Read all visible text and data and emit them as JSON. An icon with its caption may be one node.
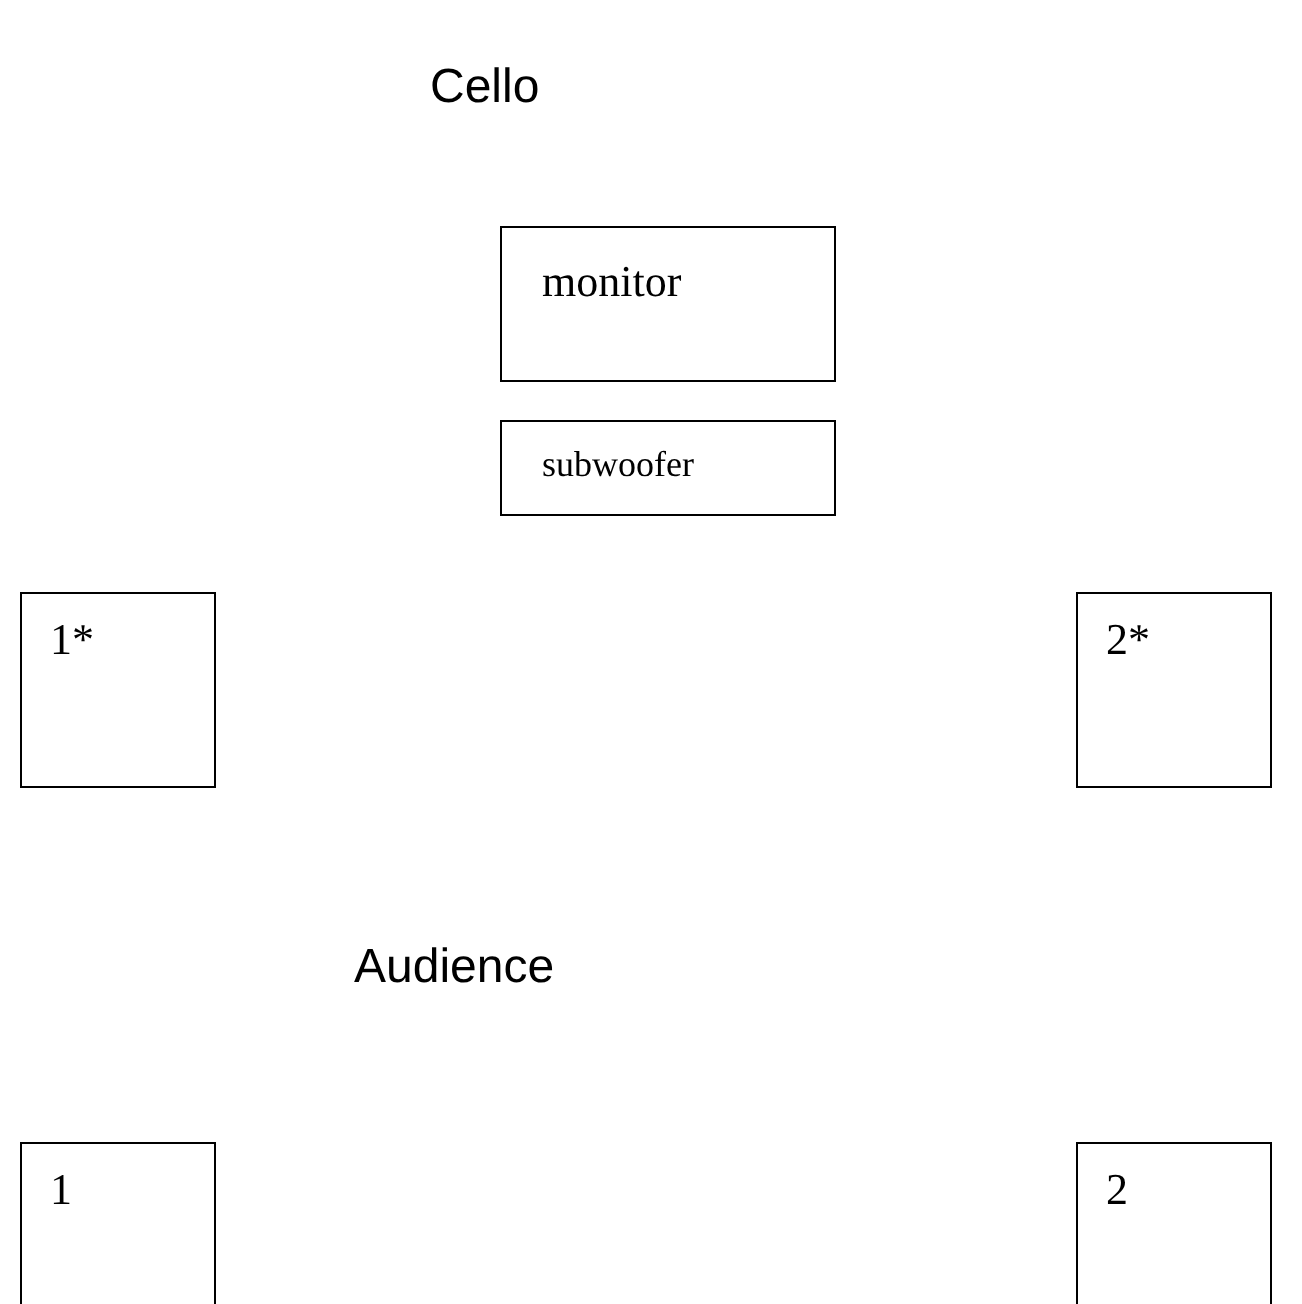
{
  "diagram": {
    "nodes": [
      {
        "text": [
          "monitor"
        ]
      },
      {
        "text": [
          "subwoofer"
        ]
      },
      {
        "text": [
          "1*"
        ]
      },
      {
        "text": [
          "2*"
        ]
      },
      {
        "text": [
          "1"
        ]
      },
      {
        "text": [
          "2"
        ]
      }
    ],
    "labels": [
      "Cello",
      "Audience"
    ]
  }
}
